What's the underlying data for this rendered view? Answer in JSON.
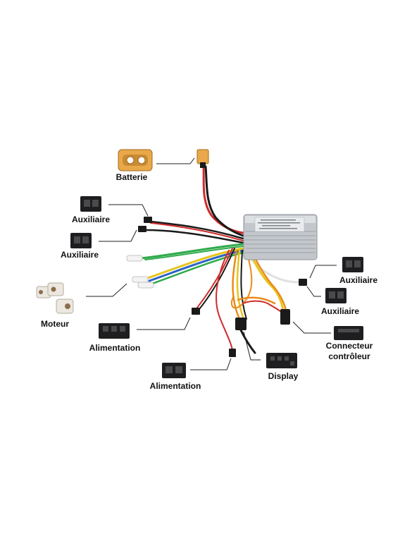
{
  "labels": {
    "batterie": "Batterie",
    "auxiliaire_1": "Auxiliaire",
    "auxiliaire_2": "Auxiliaire",
    "auxiliaire_3": "Auxiliaire",
    "auxiliaire_4": "Auxiliaire",
    "moteur": "Moteur",
    "alimentation_1": "Alimentation",
    "alimentation_2": "Alimentation",
    "display": "Display",
    "connecteur_controleur_line1": "Connecteur",
    "connecteur_controleur_line2": "contrôleur"
  },
  "colors": {
    "background": "#ffffff",
    "leader_line": "#222222",
    "controller_case": "#c9ccd0",
    "connector_black": "#1e1e20",
    "xt60_yellow": "#e9a94a",
    "motor_plug_white": "#ece7df",
    "wire_red": "#d02a2a",
    "wire_black": "#1a1a1a",
    "wire_green": "#2faa4a",
    "wire_blue": "#2d63c6",
    "wire_yellow": "#e7c51a",
    "wire_orange": "#ea8a1a",
    "wire_white": "#eaeaea"
  }
}
